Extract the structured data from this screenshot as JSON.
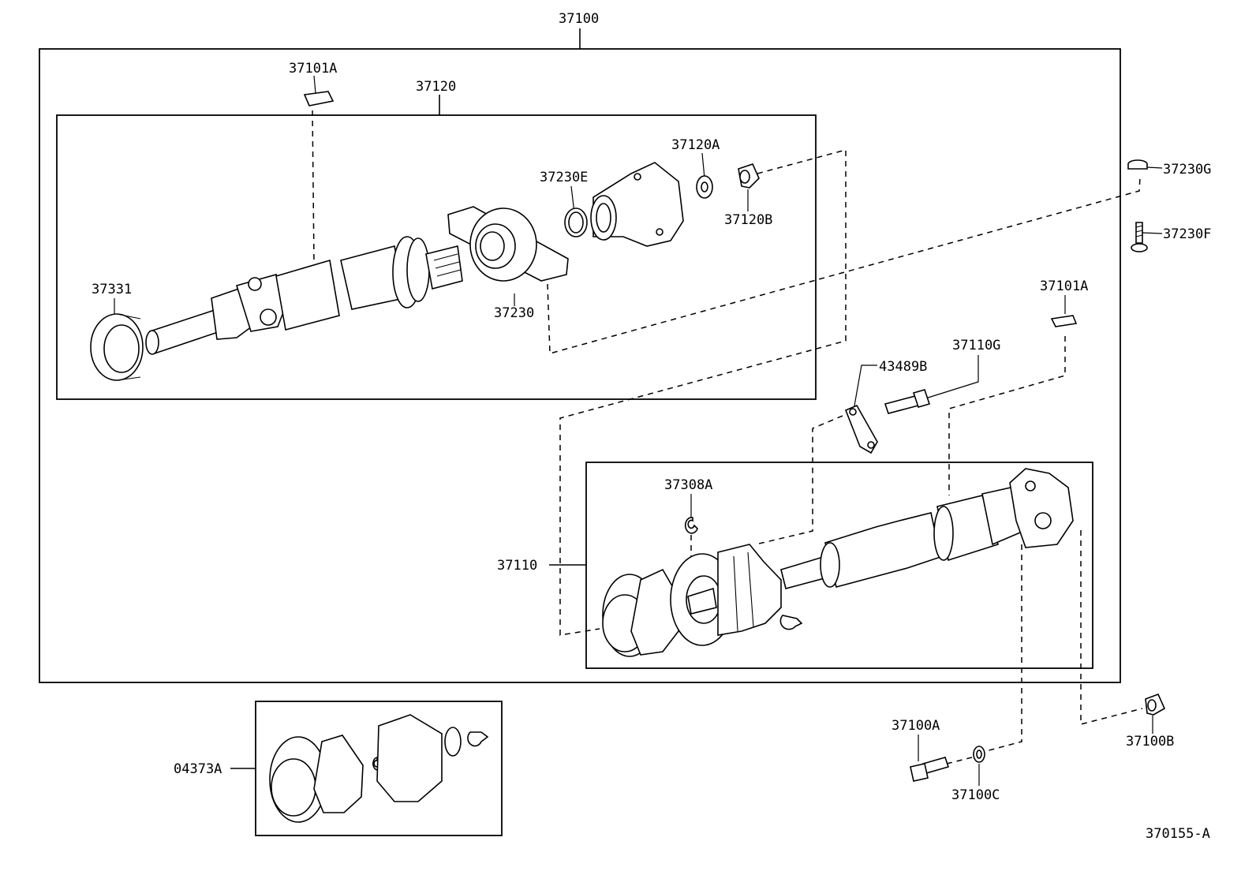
{
  "diagram": {
    "labels": {
      "l37100": "37100",
      "l37101A_top": "37101A",
      "l37120": "37120",
      "l37120A": "37120A",
      "l37230E": "37230E",
      "l37120B": "37120B",
      "l37230G": "37230G",
      "l37230F": "37230F",
      "l37331": "37331",
      "l37230": "37230",
      "l37101A_right": "37101A",
      "l37110G": "37110G",
      "l43489B": "43489B",
      "l37308A": "37308A",
      "l37110": "37110",
      "l04373A": "04373A",
      "l37100A": "37100A",
      "l37100B": "37100B",
      "l37100C": "37100C",
      "figure_id": "370155-A"
    }
  }
}
